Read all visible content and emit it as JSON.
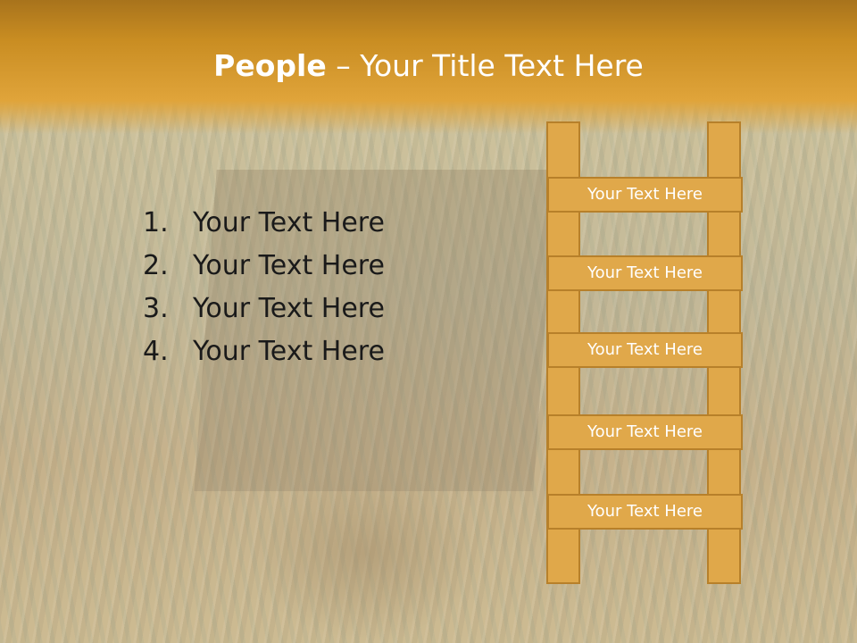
{
  "slide": {
    "title_bold": "People",
    "title_rest": " – Your Title Text Here",
    "list": [
      {
        "number": "1.",
        "text": "Your Text Here"
      },
      {
        "number": "2.",
        "text": "Your Text Here"
      },
      {
        "number": "3.",
        "text": "Your Text Here"
      },
      {
        "number": "4.",
        "text": "Your Text Here"
      }
    ],
    "ladder_rungs": [
      "Your Text Here",
      "Your Text Here",
      "Your Text Here",
      "Your Text Here",
      "Your Text Here"
    ]
  },
  "colors": {
    "header": "#e0a43a",
    "ladder_fill": "#e0a84a",
    "ladder_border": "#b7802a",
    "title_text": "#ffffff",
    "body_text": "#1a1a1a"
  }
}
